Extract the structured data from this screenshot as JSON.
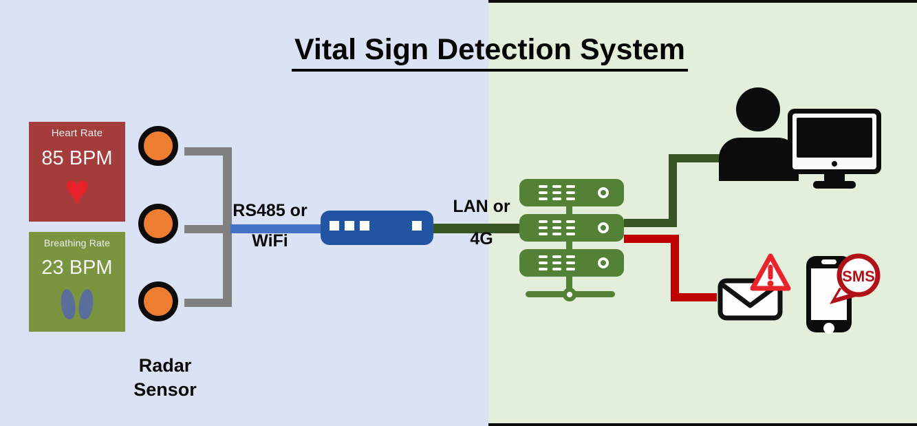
{
  "title": "Vital Sign Detection System",
  "panels": {
    "monitor_side_bg": "#dbe2f4",
    "server_side_bg": "#e3efdb"
  },
  "vitals": {
    "heart": {
      "label": "Heart Rate",
      "value": "85 BPM",
      "card_color": "#a43c3c",
      "icon_color": "#e6212b"
    },
    "breathing": {
      "label": "Breathing Rate",
      "value": "23 BPM",
      "card_color": "#7a9440",
      "icon_color": "#5b6e9b"
    }
  },
  "sensors": {
    "label_line1": "Radar",
    "label_line2": "Sensor",
    "count": 3,
    "color": "#ed7d31",
    "bus_color": "#808080"
  },
  "links": {
    "sensor_gateway": {
      "label_line1": "RS485 or",
      "label_line2": "WiFi",
      "color": "#4472c4"
    },
    "gateway_server": {
      "label_line1": "LAN or",
      "label_line2": "4G",
      "color": "#375623"
    },
    "server_operator_color": "#375623",
    "server_alert_color": "#c00000"
  },
  "gateway": {
    "color": "#2155a3"
  },
  "server": {
    "color": "#538135",
    "unit_count": 3
  },
  "alerts": {
    "sms_label": "SMS",
    "warning_color": "#e8232b",
    "sms_color": "#b01118"
  },
  "icons": {
    "heart_glyph": "♥"
  }
}
